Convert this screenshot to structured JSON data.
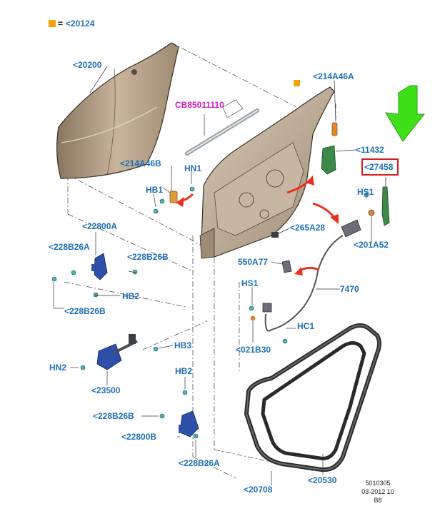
{
  "legend": {
    "equals": "=",
    "ref": "<20124",
    "color": "#f0a30a"
  },
  "labels": {
    "p20200": "<20200",
    "p214A46A": "<214A46A",
    "cb": "CB85011110",
    "p214A46B": "<214A46B",
    "hn1": "HN1",
    "hb1": "HB1",
    "p11432": "<11432",
    "p27458": "<27458",
    "hs1a": "HS1",
    "p22800A": "<22800A",
    "p228B26A_1": "<228B26A",
    "p228B26B_1": "<228B26B",
    "hb2a": "HB2",
    "p228B26B_2": "<228B26B",
    "p265A28": "<265A28",
    "p201A52": "<201A52",
    "p550A77": "550A77",
    "p7470": "7470",
    "hs1b": "HS1",
    "hc1": "HC1",
    "p021B30": "<021B30",
    "hb3": "HB3",
    "hn2": "HN2",
    "p23500": "<23500",
    "hb2b": "HB2",
    "p228B26B_3": "<228B26B",
    "p22800B": "<22800B",
    "p228B26A_2": "<228B26A",
    "p20708": "<20708",
    "p20530": "<20530"
  },
  "footer": {
    "line1": "5010305",
    "line2": "03-2012 10",
    "line3": "B8"
  },
  "colors": {
    "label": "#1f6fb8",
    "magenta": "#d21fb8",
    "highlight": "#d42020",
    "arrow_green": "#3ee01a",
    "arrow_red": "#e8321e",
    "panel": "#b9a48c"
  }
}
